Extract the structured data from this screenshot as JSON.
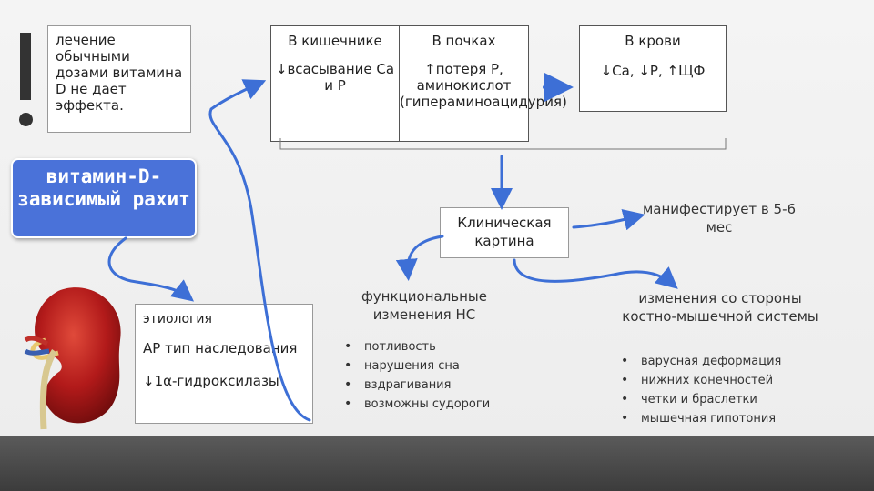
{
  "warning": {
    "icon": "exclamation-icon",
    "text": "лечение обычными дозами витамина D не дает эффекта."
  },
  "disease": {
    "title": "витамин-D-зависимый рахит"
  },
  "table_gut_kidney": {
    "headers": [
      "В кишечнике",
      "В почках"
    ],
    "cells": [
      "↓всасывание Са и Р",
      "↑потеря Р, аминокислот (гипераминоацидурия)"
    ]
  },
  "table_blood": {
    "header": "В крови",
    "cell": "↓Са, ↓Р, ↑ЩФ"
  },
  "clinic": {
    "title": "Клиническая картина"
  },
  "manifest": {
    "text": "манифестирует в 5-6 мес"
  },
  "etiology": {
    "title": "этиология",
    "line1": "АР тип наследования",
    "line2": "↓1α-гидроксилазы"
  },
  "functional": {
    "title": "функциональные изменения НС",
    "items": [
      "потливость",
      "нарушения сна",
      "вздрагивания",
      "возможны судороги"
    ]
  },
  "skeletal": {
    "title": "изменения со стороны костно-мышечной системы",
    "items": [
      "варусная деформация",
      "нижних конечностей",
      "четки и браслетки",
      "мышечная гипотония"
    ]
  },
  "illustration": {
    "icon": "kidney-icon"
  },
  "colors": {
    "accent": "#4a72d9",
    "arrow": "#3d6fd6",
    "kidney": "#b21a1a"
  }
}
